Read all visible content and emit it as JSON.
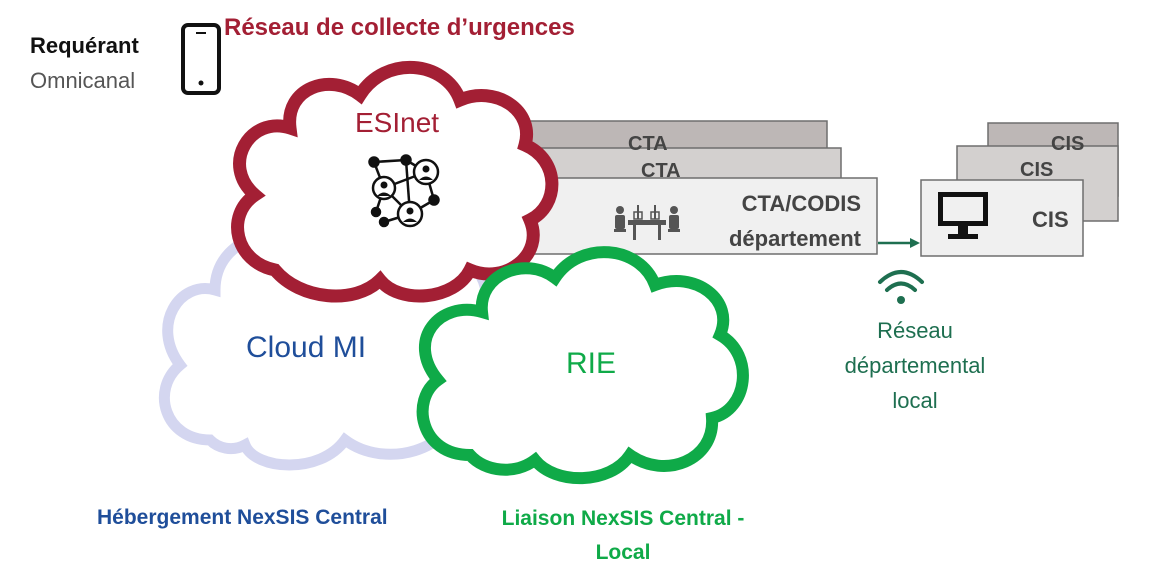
{
  "requerant": {
    "title": "Requérant",
    "subtitle": "Omnicanal"
  },
  "network_title": "Réseau de collecte d’urgences",
  "clouds": {
    "esinet": {
      "label": "ESInet",
      "color": "#a31f34"
    },
    "cloud_mi": {
      "label": "Cloud MI",
      "color": "#d4d6f0",
      "text_color": "#1f4e9a"
    },
    "rie": {
      "label": "RIE",
      "color": "#0faa48"
    }
  },
  "cta_stack": {
    "back_label": "CTA",
    "mid_label": "CTA",
    "front_line1": "CTA/CODIS",
    "front_line2": "département"
  },
  "cis_stack": {
    "back_label": "CIS",
    "mid_label": "CIS",
    "front_label": "CIS"
  },
  "local_network": {
    "line1": "Réseau",
    "line2": "départemental",
    "line3": "local",
    "color": "#1e6f50"
  },
  "captions": {
    "hebergement": "Hébergement NexSIS Central",
    "liaison_line1": "Liaison NexSIS Central -",
    "liaison_line2": "Local"
  },
  "icons": [
    "smartphone-icon",
    "network-people-icon",
    "meeting-table-icon",
    "monitor-icon",
    "wifi-icon",
    "arrow-right-icon"
  ]
}
